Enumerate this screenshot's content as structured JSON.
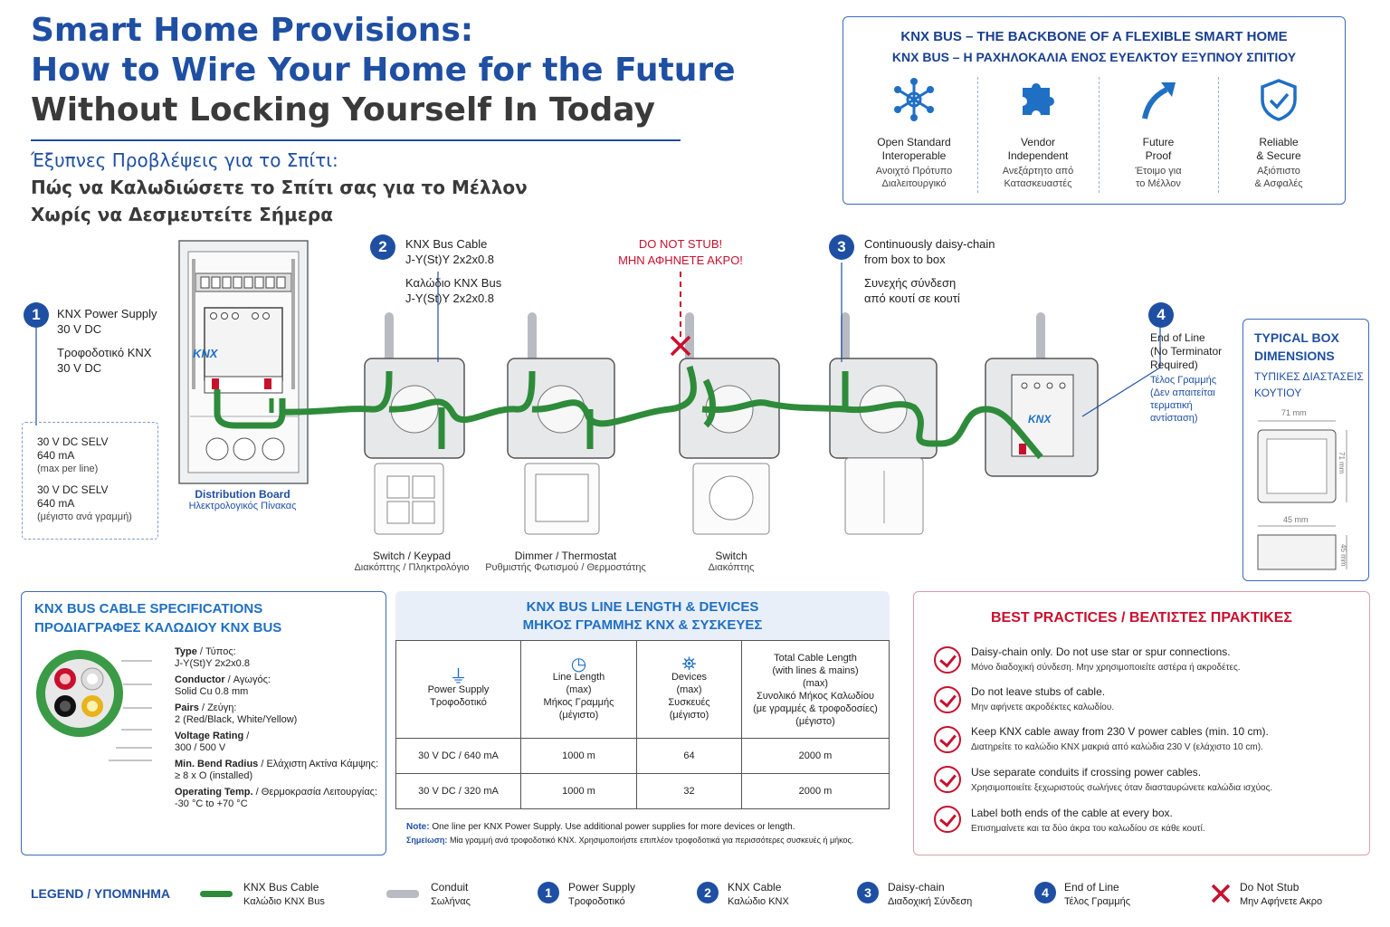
{
  "title": {
    "line1": "Smart Home Provisions:",
    "line2": "How to Wire Your Home for the Future",
    "line3": "Without Locking Yourself In Today",
    "gr1": "Έξυπνες Προβλέψεις για το Σπίτι:",
    "gr2": "Πώς να Καλωδιώσετε το Σπίτι σας για το Μέλλον",
    "gr3": "Χωρίς να Δεσμευτείτε Σήμερα"
  },
  "backbone": {
    "title_en": "KNX BUS – THE BACKBONE OF A FLEXIBLE SMART HOME",
    "title_gr": "KNX BUS – Η ΡΑΧΗΛΟΚΑΛΙΑ ΕΝΟΣ ΕΥΕΛΚΤΟΥ ΕΞΥΠΝΟΥ ΣΠΙΤΙΟΥ",
    "items": [
      {
        "icon": "network-icon",
        "en1": "Open Standard",
        "en2": "Interoperable",
        "gr1": "Ανοιχτό Πρότυπο",
        "gr2": "Διαλειτουργικό"
      },
      {
        "icon": "puzzle-icon",
        "en1": "Vendor",
        "en2": "Independent",
        "gr1": "Ανεξάρτητο από",
        "gr2": "Κατασκευαστές"
      },
      {
        "icon": "arrow-up-icon",
        "en1": "Future",
        "en2": "Proof",
        "gr1": "Έτοιμο για",
        "gr2": "το Μέλλον"
      },
      {
        "icon": "shield-check-icon",
        "en1": "Reliable",
        "en2": "& Secure",
        "gr1": "Αξιόπιστο",
        "gr2": "& Ασφαλές"
      }
    ]
  },
  "diagram": {
    "step1": {
      "num": "1",
      "en1": "KNX Power Supply",
      "en2": "30 V DC",
      "gr1": "Τροφοδοτικό KNX",
      "gr2": "30 V DC"
    },
    "selv": {
      "l1": "30 V DC SELV",
      "l2": "640 mA",
      "l3": "(max per line)",
      "l4": "30 V DC SELV",
      "l5": "640 mA",
      "l6": "(μέγιστο ανά γραμμή)"
    },
    "board": {
      "en": "Distribution Board",
      "gr": "Ηλεκτρολογικός Πίνακας",
      "logo": "KNX"
    },
    "step2": {
      "num": "2",
      "en1": "KNX Bus Cable",
      "en2": "J-Y(St)Y 2x2x0.8",
      "gr1": "Καλώδιο KNX Bus",
      "gr2": "J-Y(St)Y 2x2x0.8"
    },
    "nostub": {
      "en": "DO NOT STUB!",
      "gr": "ΜΗΝ ΑΦΗΝΕΤΕ ΑΚΡΟ!"
    },
    "step3": {
      "num": "3",
      "en1": "Continuously daisy-chain",
      "en2": "from box to box",
      "gr1": "Συνεχής σύνδεση",
      "gr2": "από κουτί σε κουτί"
    },
    "step4": {
      "num": "4",
      "en1": "End of Line",
      "en2": "(No Terminator",
      "en3": "Required)",
      "gr1": "Τέλος Γραμμής",
      "gr2": "(Δεν απαιτείται",
      "gr3": "τερματική",
      "gr4": "αντίσταση)"
    },
    "devices": [
      {
        "en": "Switch / Keypad",
        "gr": "Διακόπτης / Πληκτρολόγιο"
      },
      {
        "en": "Dimmer / Thermostat",
        "gr": "Ρυθμιστής Φωτισμού / Θερμοστάτης"
      },
      {
        "en": "Switch",
        "gr": "Διακόπτης"
      }
    ],
    "endlogo": "KNX"
  },
  "boxdim": {
    "en1": "TYPICAL BOX",
    "en2": "DIMENSIONS",
    "gr1": "ΤΥΠΙΚΕΣ ΔΙΑΣΤΑΣΕΙΣ",
    "gr2": "ΚΟΥΤΙΟΥ",
    "w": "71 mm",
    "h": "71 mm",
    "d": "45 mm",
    "d2": "45 mm"
  },
  "specs": {
    "title_en": "KNX BUS CABLE SPECIFICATIONS",
    "title_gr": "ΠΡΟΔΙΑΓΡΑΦΕΣ ΚΑΛΩΔΙΟΥ KNX BUS",
    "rows": [
      {
        "k": "Type",
        "kg": " / Τύπος:",
        "v": "J-Y(St)Y 2x2x0.8"
      },
      {
        "k": "Conductor",
        "kg": " / Αγωγός:",
        "v": "Solid Cu 0.8 mm"
      },
      {
        "k": "Pairs",
        "kg": " / Ζεύγη:",
        "v": "2 (Red/Black, White/Yellow)"
      },
      {
        "k": "Voltage Rating",
        "kg": " /",
        "v": "300 / 500 V"
      },
      {
        "k": "Min. Bend Radius",
        "kg": " / Ελάχιστη Ακτίνα Κάμψης:",
        "v": "≥ 8 x O (installed)"
      },
      {
        "k": "Operating Temp.",
        "kg": " / Θερμοκρασία Λειτουργίας:",
        "v": "-30 °C to +70 °C"
      }
    ]
  },
  "linelen": {
    "title_en": "KNX BUS LINE LENGTH & DEVICES",
    "title_gr": "ΜΗΚΟΣ ΓΡΑΜΜΗΣ KNX & ΣΥΣΚΕΥΕΣ",
    "headers": [
      {
        "icon": "plug-icon",
        "l1": "Power Supply",
        "l2": "Τροφοδοτικό",
        "l3": "",
        "l4": "",
        "l5": "",
        "l6": ""
      },
      {
        "icon": "gauge-icon",
        "l1": "Line Length",
        "l2": "(max)",
        "l3": "Μήκος Γραμμής",
        "l4": "(μέγιστο)",
        "l5": "",
        "l6": ""
      },
      {
        "icon": "devices-icon",
        "l1": "Devices",
        "l2": "(max)",
        "l3": "Συσκευές",
        "l4": "(μέγιστο)",
        "l5": "",
        "l6": ""
      },
      {
        "icon": "",
        "l1": "Total Cable Length",
        "l2": "(with lines & mains)",
        "l3": "(max)",
        "l4": "Συνολικό Μήκος Καλωδίου",
        "l5": "(με γραμμές & τροφοδοσίες)",
        "l6": "(μέγιστο)"
      }
    ],
    "rows": [
      [
        "30 V DC / 640 mA",
        "1000 m",
        "64",
        "2000 m"
      ],
      [
        "30 V DC / 320 mA",
        "1000 m",
        "32",
        "2000 m"
      ]
    ],
    "note_k": "Note:",
    "note": " One line per KNX Power Supply. Use additional power supplies for more devices or length.",
    "note_gr_k": "Σημείωση:",
    "note_gr": " Μία γραμμή ανά τροφοδοτικό KNX. Χρησιμοποιήστε επιπλέον τροφοδοτικά για περισσότερες συσκευές ή μήκος."
  },
  "best": {
    "title": "BEST PRACTICES / ΒΕΛΤΙΣΤΕΣ ΠΡΑΚΤΙΚΕΣ",
    "items": [
      {
        "en": "Daisy-chain only. Do not use star or spur connections.",
        "gr": "Μόνο διαδοχική σύνδεση. Μην χρησιμοποιείτε αστέρα ή ακροδέτες."
      },
      {
        "en": "Do not leave stubs of cable.",
        "gr": "Μην αφήνετε ακροδέκτες καλωδίου."
      },
      {
        "en": "Keep KNX cable away from 230 V power cables (min. 10 cm).",
        "gr": "Διατηρείτε το καλώδιο KNX μακριά από καλώδια 230 V (ελάχιστο 10 cm)."
      },
      {
        "en": "Use separate conduits if crossing power cables.",
        "gr": "Χρησιμοποιείτε ξεχωριστούς σωλήνες όταν διασταυρώνετε καλώδια ισχύος."
      },
      {
        "en": "Label both ends of the cable at every box.",
        "gr": "Επισημαίνετε και τα δύο άκρα του καλωδίου σε κάθε κουτί."
      }
    ]
  },
  "legend": {
    "title": "LEGEND / ΥΠΟΜΝΗΜΑ",
    "items": [
      {
        "en": "KNX Bus Cable",
        "gr": "Καλώδιο KNX Bus"
      },
      {
        "en": "Conduit",
        "gr": "Σωλήνας"
      },
      {
        "num": "1",
        "en": "Power Supply",
        "gr": "Τροφοδοτικό"
      },
      {
        "num": "2",
        "en": "KNX Cable",
        "gr": "Καλώδιο KNX"
      },
      {
        "num": "3",
        "en": "Daisy-chain",
        "gr": "Διαδοχική Σύνδεση"
      },
      {
        "num": "4",
        "en": "End of Line",
        "gr": "Τέλος Γραμμής"
      },
      {
        "en": "Do Not Stub",
        "gr": "Μην Αφήνετε Ακρο"
      }
    ]
  },
  "colors": {
    "brand_blue": "#1f4fa3",
    "knx_green": "#2e8b3a",
    "warning_red": "#c8102e",
    "conduit_grey": "#b8bcc2"
  }
}
